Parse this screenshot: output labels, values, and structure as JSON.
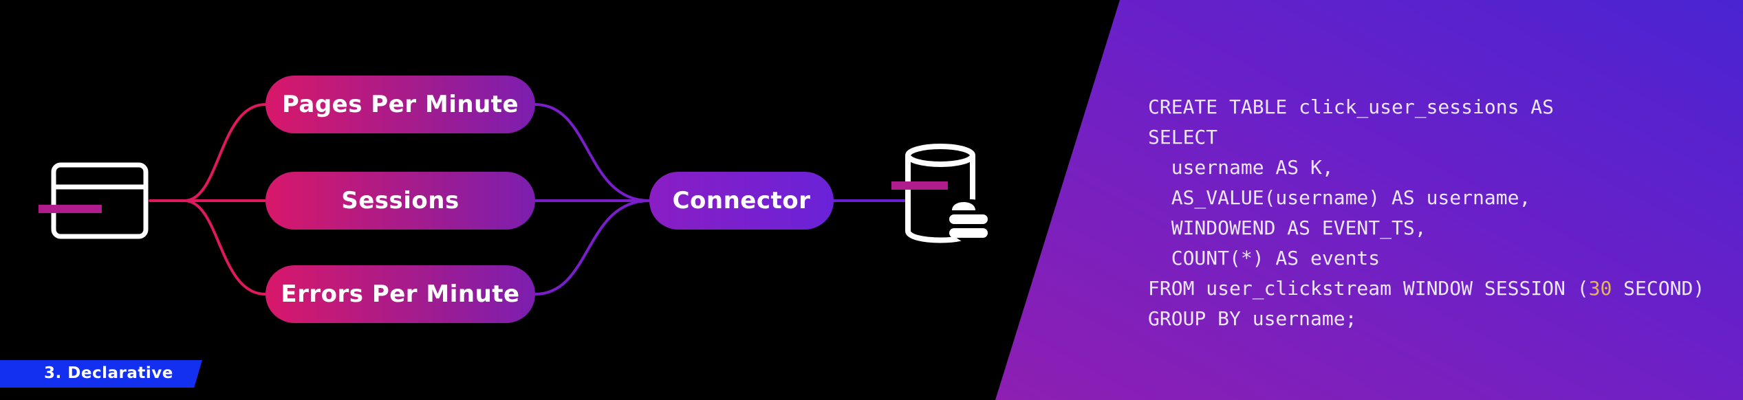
{
  "diagram": {
    "nodes": {
      "pages_per_minute": "Pages Per Minute",
      "sessions": "Sessions",
      "errors_per_minute": "Errors Per Minute",
      "connector": "Connector"
    },
    "icons": {
      "source": "browser-window-icon",
      "sink": "database-icon"
    },
    "colors": {
      "pink": "#d8186a",
      "purple": "#7c1eb0",
      "violet": "#6a22d8",
      "line_left": "#e0185e",
      "line_right": "#6a1fd0"
    }
  },
  "code": {
    "lines": [
      "CREATE TABLE click_user_sessions AS",
      "SELECT",
      "  username AS K,",
      "  AS_VALUE(username) AS username,",
      "  WINDOWEND AS EVENT_TS,",
      "  COUNT(*) AS events"
    ],
    "from_prefix": "FROM user_clickstream WINDOW SESSION (",
    "from_number": "30",
    "from_suffix": " SECOND)",
    "last_line": "GROUP BY username;"
  },
  "badge": {
    "label": "3. Declarative"
  }
}
